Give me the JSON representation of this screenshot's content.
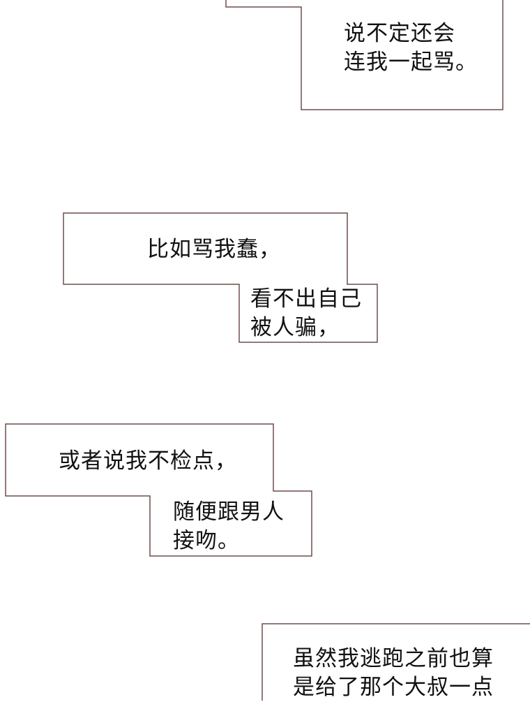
{
  "border_color": "#6e4d4d",
  "bubbles": [
    {
      "lines": [
        "说不定还会",
        "连我一起骂。"
      ]
    },
    {
      "lines": [
        "比如骂我蠢，"
      ]
    },
    {
      "lines": [
        "看不出自己",
        "被人骗，"
      ]
    },
    {
      "lines": [
        "或者说我不检点，"
      ]
    },
    {
      "lines": [
        "随便跟男人",
        "接吻。"
      ]
    },
    {
      "lines": [
        "虽然我逃跑之前也算",
        "是给了那个大叔一点"
      ]
    }
  ]
}
